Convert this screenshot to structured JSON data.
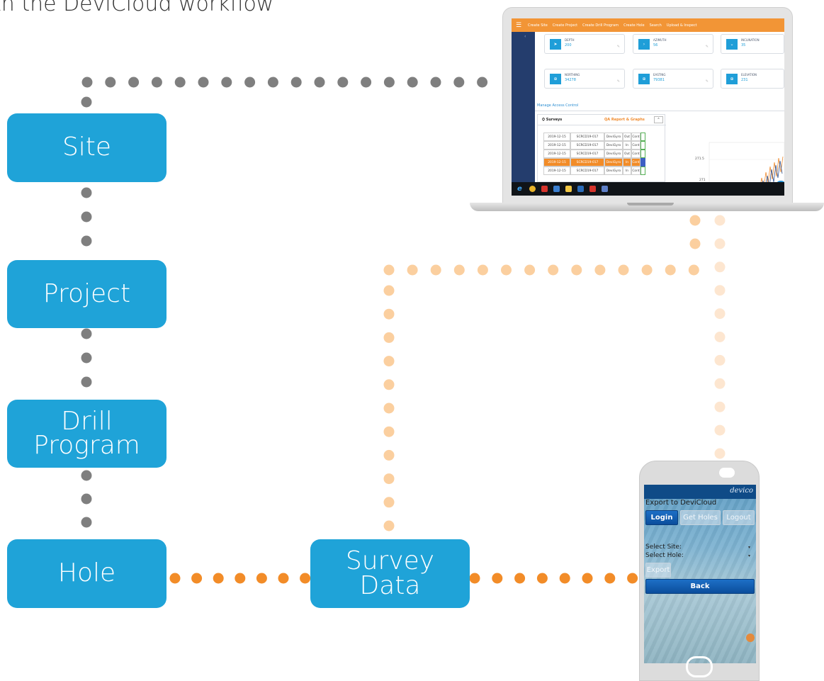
{
  "heading": "th the DeviCloud workflow",
  "workflow": {
    "site": "Site",
    "project": "Project",
    "drill_program_line1": "Drill",
    "drill_program_line2": "Program",
    "hole": "Hole",
    "survey_line1": "Survey",
    "survey_line2": "Data"
  },
  "colors": {
    "box": "#1fa3d8",
    "dot_gray": "#7f7f7f",
    "dot_orange": "#f28c28",
    "dot_peach": "#fbcf9f",
    "dot_peach_light": "#fde6d0"
  },
  "laptop": {
    "menu_icon": "hamburger-icon",
    "nav": [
      "Create Site",
      "Create Project",
      "Create Drill Program",
      "Create Hole",
      "Search",
      "Upload & Inspect"
    ],
    "cards": [
      {
        "label": "DEPTH",
        "value": "200",
        "icon": "depth-icon"
      },
      {
        "label": "AZIMUTH",
        "value": "56",
        "icon": "azimuth-icon"
      },
      {
        "label": "INCLINATION",
        "value": "35",
        "icon": "inclination-icon"
      },
      {
        "label": "NORTHING",
        "value": "34278",
        "icon": "northing-icon"
      },
      {
        "label": "EASTING",
        "value": "79381",
        "icon": "easting-icon"
      },
      {
        "label": "ELEVATION",
        "value": "231",
        "icon": "elevation-icon"
      }
    ],
    "manage_link": "Manage Access Control",
    "surveys_title": "Surveys",
    "qa_link": "QA Report & Graphs",
    "surveys": [
      {
        "date": "2019-12-15",
        "id": "SCRCD19-017",
        "tool": "DeviGyro",
        "dir": "Out",
        "mode": "Cont",
        "highlight": false
      },
      {
        "date": "2019-12-15",
        "id": "SCRCD19-017",
        "tool": "DeviGyro",
        "dir": "In",
        "mode": "Cont",
        "highlight": false
      },
      {
        "date": "2019-12-15",
        "id": "SCRCD19-017",
        "tool": "DeviGyro",
        "dir": "Out",
        "mode": "Cont",
        "highlight": false
      },
      {
        "date": "2019-12-15",
        "id": "SCRCD19-017",
        "tool": "DeviGyro",
        "dir": "In",
        "mode": "Cont",
        "highlight": true
      },
      {
        "date": "2019-12-15",
        "id": "SCRCD19-017",
        "tool": "DeviGyro",
        "dir": "In",
        "mode": "Cont",
        "highlight": false
      }
    ],
    "chart_ticks": [
      "271.5",
      "271"
    ],
    "help_glyph": "?"
  },
  "phone": {
    "logo": "devico",
    "title": "Export to DeviCloud",
    "login": "Login",
    "get_holes": "Get Holes",
    "logout": "Logout",
    "select_site": "Select Site:",
    "select_hole": "Select Hole:",
    "export": "Export",
    "back": "Back"
  }
}
